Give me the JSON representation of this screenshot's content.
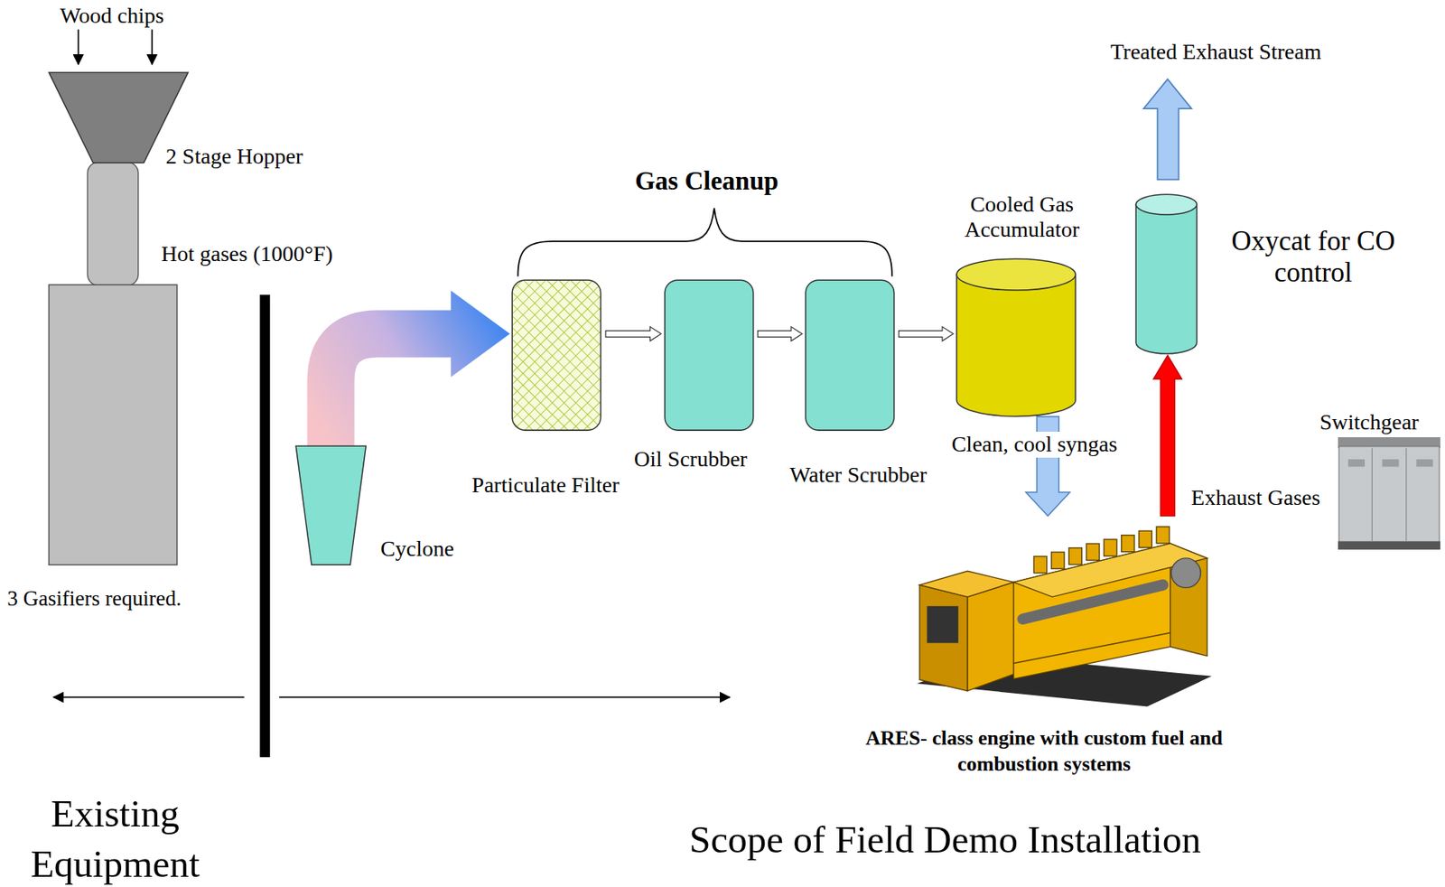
{
  "diagram": {
    "nodes": [
      {
        "text": [
          "2 Stage Hopper"
        ]
      },
      {
        "text": [
          "3 Gasifiers required."
        ]
      },
      {
        "text": [
          "Cyclone"
        ]
      },
      {
        "text": [
          "Particulate Filter"
        ]
      },
      {
        "text": [
          "Oil Scrubber"
        ]
      },
      {
        "text": [
          "Water Scrubber"
        ]
      },
      {
        "text": [
          "Cooled Gas Accumulator"
        ]
      },
      {
        "text": [
          "ARES- class engine with custom fuel and combustion systems"
        ]
      },
      {
        "text": [
          "Oxycat for CO control"
        ]
      },
      {
        "text": [
          "Switchgear"
        ]
      }
    ],
    "edges": [
      {
        "from": 2,
        "to": 3,
        "arrow": "to"
      },
      {
        "from": 3,
        "to": 4,
        "arrow": "to"
      },
      {
        "from": 4,
        "to": 5,
        "arrow": "to"
      },
      {
        "from": 5,
        "to": 6,
        "arrow": "to"
      },
      {
        "from": 6,
        "to": 7,
        "label": "Clean, cool syngas",
        "arrow": "to"
      },
      {
        "from": 7,
        "to": 8,
        "label": "Exhaust Gases",
        "arrow": "to"
      }
    ],
    "labels": [
      "Wood chips",
      "Hot gases (1000°F)",
      "Gas Cleanup",
      "Treated Exhaust Stream",
      "Existing Equipment",
      "Scope of Field Demo Installation"
    ]
  }
}
